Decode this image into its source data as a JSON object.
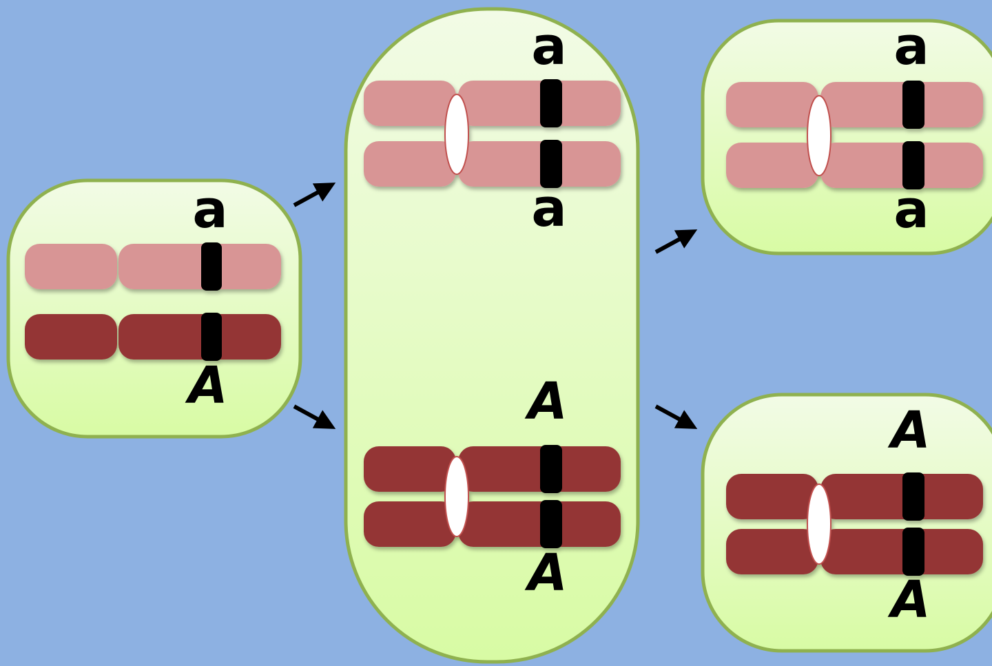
{
  "colors": {
    "background": "#8db1e2",
    "cell_fill_top": "#f2fbe6",
    "cell_fill_bottom": "#d8fba4",
    "cell_border": "#8fb14f",
    "chromosome_light": "#d89595",
    "chromosome_dark": "#943636",
    "allele_band": "#000000",
    "centromere_fill": "#ffffff",
    "centromere_stroke": "#c0504d",
    "arrow": "#000000"
  },
  "alleles": {
    "recessive": "a",
    "dominant": "A"
  },
  "cells": {
    "parent": {
      "top_label": "a",
      "bottom_label": "A"
    },
    "middle": {
      "upper_top_label": "a",
      "upper_bottom_label": "a",
      "lower_top_label": "A",
      "lower_bottom_label": "A"
    },
    "daughter_top": {
      "top_label": "a",
      "bottom_label": "a"
    },
    "daughter_bottom": {
      "top_label": "A",
      "bottom_label": "A"
    }
  }
}
